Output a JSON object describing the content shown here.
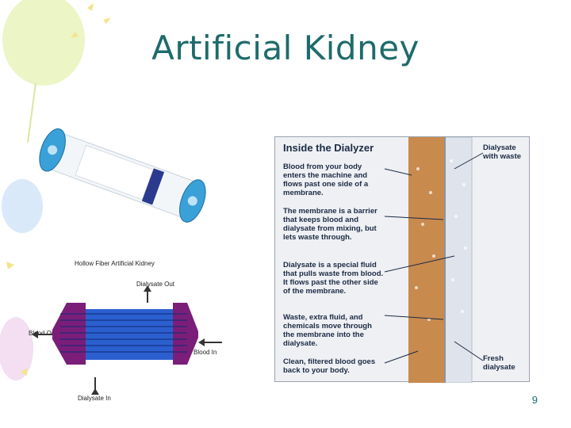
{
  "slide": {
    "title": "Artificial Kidney",
    "page_number": "9"
  },
  "fiber_diagram": {
    "title": "Hollow Fiber Artificial Kidney",
    "dialysate_out": "Dialysate Out",
    "blood_out": "Blood Out",
    "blood_in": "Blood In",
    "dialysate_in": "Dialysate In"
  },
  "inside_dialyzer": {
    "title": "Inside the Dialyzer",
    "callouts": [
      "Blood from your body enters the machine and flows past one side of a membrane.",
      "The membrane is a barrier that keeps blood and dialysate from mixing, but lets waste through.",
      "Dialysate is a special fluid that pulls waste from blood. It flows past the other side of the membrane.",
      "Waste, extra fluid, and chemicals move through the membrane into the dialysate.",
      "Clean, filtered blood goes back to your body."
    ],
    "dialysate_with_waste": "Dialysate with waste",
    "fresh_dialysate": "Fresh dialysate"
  },
  "colors": {
    "title": "#1f6b6b",
    "blood_column": "#c98a4e",
    "dialysate_column": "#dfe4ec",
    "fiber_bundle": "#2b5fcf",
    "fiber_caps": "#7a1e7a"
  }
}
